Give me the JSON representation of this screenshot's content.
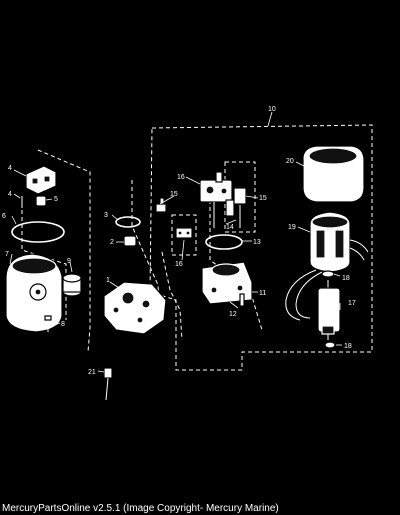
{
  "footer": {
    "text": "MercuryPartsOnline v2.5.1 (Image Copyright- Mercury Marine)"
  },
  "callouts": {
    "c1": "1",
    "c2": "2",
    "c3": "3",
    "c4a": "4",
    "c4b": "4",
    "c5": "5",
    "c6": "6",
    "c7": "7",
    "c8": "8",
    "c9": "9",
    "c10": "10",
    "c11": "11",
    "c12": "12",
    "c13": "13",
    "c14": "14",
    "c15a": "15",
    "c15b": "15",
    "c16a": "16",
    "c16b": "16",
    "c17": "17",
    "c18a": "18",
    "c18b": "18",
    "c19": "19",
    "c20": "20",
    "c21": "21"
  }
}
